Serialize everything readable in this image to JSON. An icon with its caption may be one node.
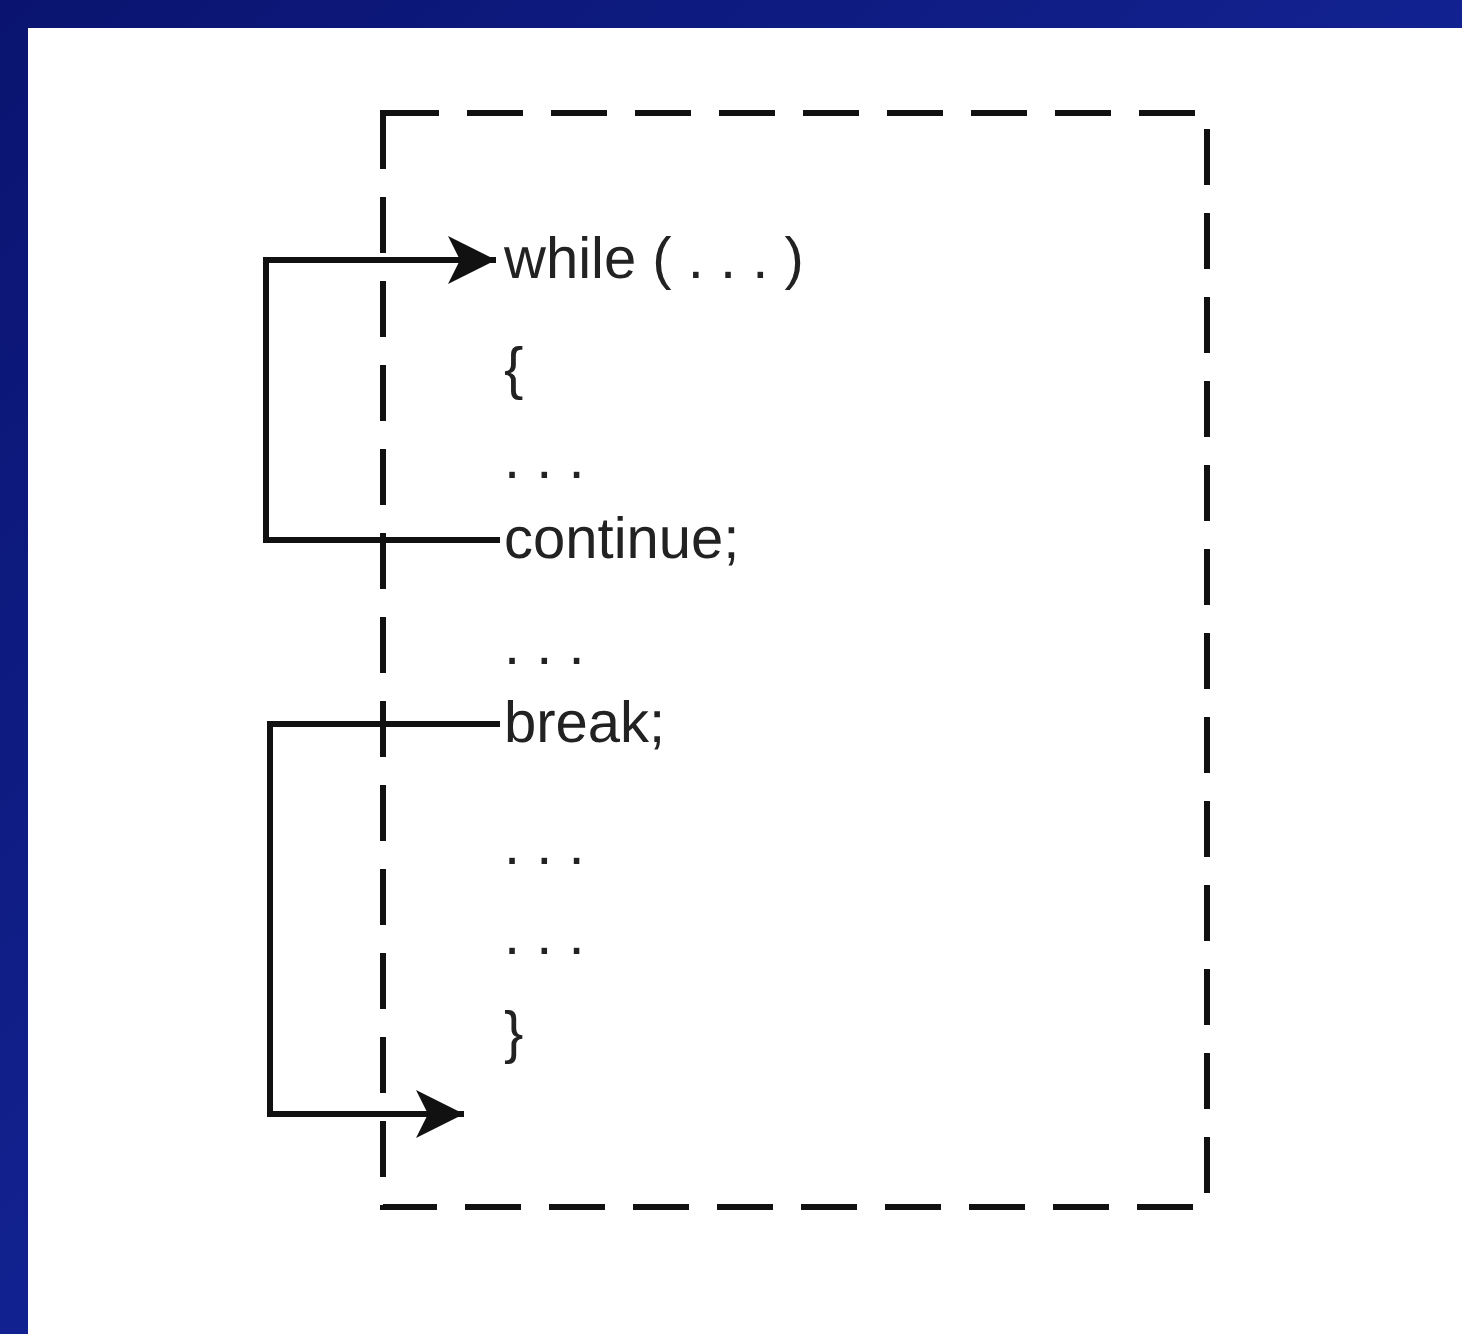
{
  "diagram": {
    "nodes": [
      {
        "text": [],
        "shape": "box"
      },
      {
        "text": [
          "while ( . . . )"
        ],
        "in": 0
      },
      {
        "text": [
          "continue;"
        ],
        "in": 0
      },
      {
        "text": [
          "break;"
        ],
        "in": 0
      }
    ],
    "edges": [
      {
        "from": 2,
        "to": 1,
        "arrow": "to"
      },
      {
        "from": 3,
        "to": null,
        "arrow": "to"
      }
    ],
    "labels": [
      "{",
      ". . .",
      ". . .",
      ". . .",
      ". . .",
      "}"
    ]
  }
}
